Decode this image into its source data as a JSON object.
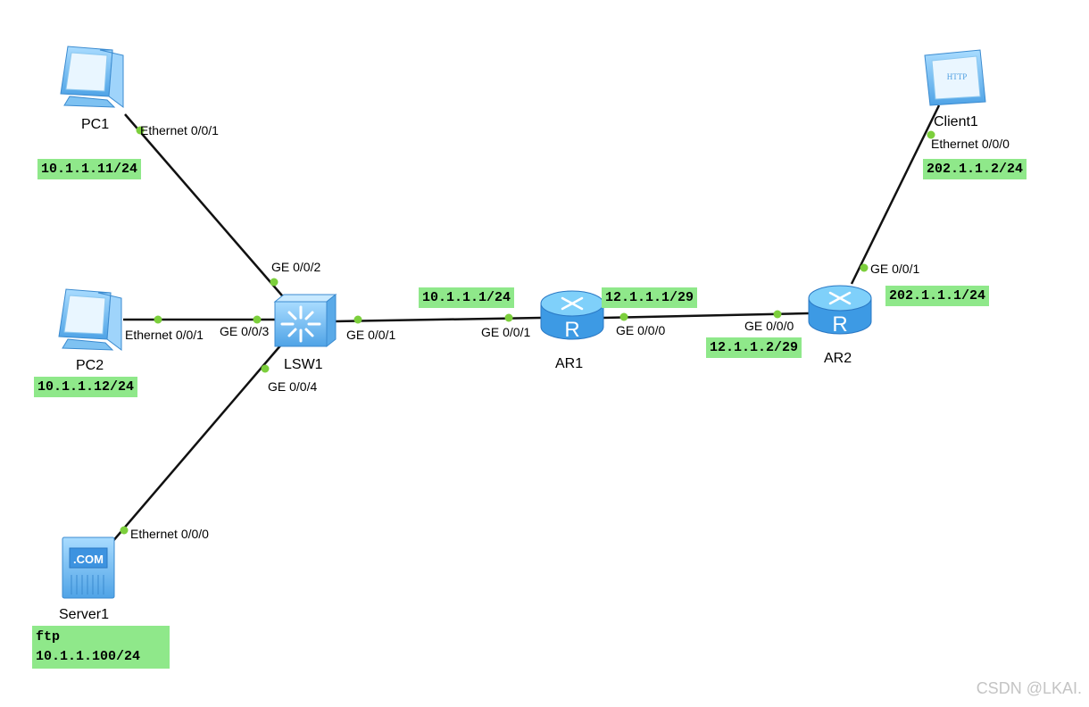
{
  "devices": {
    "pc1": {
      "name": "PC1",
      "ip": "10.1.1.11/24"
    },
    "pc2": {
      "name": "PC2",
      "ip": "10.1.1.12/24"
    },
    "server1": {
      "name": "Server1",
      "service": "ftp",
      "ip": "10.1.1.100/24"
    },
    "lsw1": {
      "name": "LSW1"
    },
    "ar1": {
      "name": "AR1",
      "ip_left": "10.1.1.1/24",
      "ip_right": "12.1.1.1/29"
    },
    "ar2": {
      "name": "AR2",
      "ip_left": "12.1.1.2/29",
      "ip_right": "202.1.1.1/24"
    },
    "client1": {
      "name": "Client1",
      "ip": "202.1.1.2/24",
      "screen_text": "HTTP"
    }
  },
  "ports": {
    "pc1_eth": "Ethernet 0/0/1",
    "pc2_eth": "Ethernet 0/0/1",
    "server1_eth": "Ethernet 0/0/0",
    "lsw1_g2": "GE 0/0/2",
    "lsw1_g3": "GE 0/0/3",
    "lsw1_g4": "GE 0/0/4",
    "lsw1_g1": "GE 0/0/1",
    "ar1_g1": "GE 0/0/1",
    "ar1_g0": "GE 0/0/0",
    "ar2_g0": "GE 0/0/0",
    "ar2_g1": "GE 0/0/1",
    "client1_eth": "Ethernet 0/0/0"
  },
  "server_logo": ".COM",
  "router_glyph": "R",
  "watermark": "CSDN @LKAI.",
  "colors": {
    "ip_box": "#8fe88a",
    "port_dot": "#7ccf3c",
    "link": "#111111",
    "device_blue": "#6fb9ef"
  }
}
